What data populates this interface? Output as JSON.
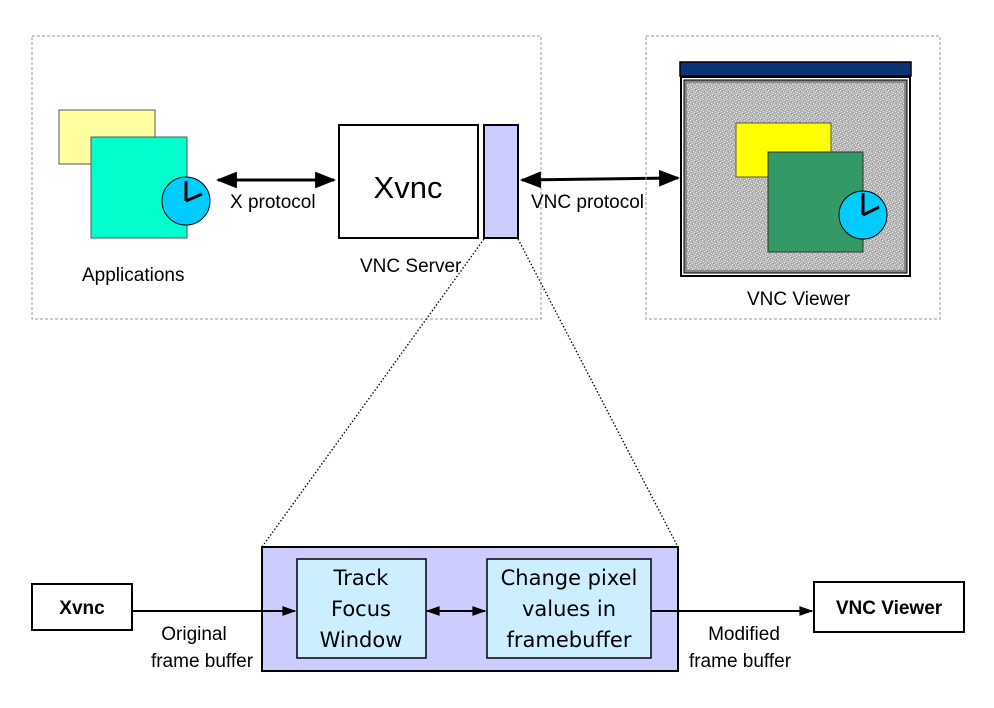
{
  "diagram": {
    "top_left_group": {
      "applications_label": "Applications",
      "x_protocol_label": "X protocol",
      "xvnc_label": "Xvnc",
      "vnc_server_label": "VNC Server"
    },
    "top_right_group": {
      "vnc_protocol_label": "VNC protocol",
      "vnc_viewer_label": "VNC Viewer"
    },
    "pipeline": {
      "source_label": "Xvnc",
      "input_edge_label_line1": "Original",
      "input_edge_label_line2": "frame buffer",
      "step1_lines": [
        "Track",
        "Focus",
        "Window"
      ],
      "step2_lines": [
        "Change pixel",
        "values in",
        "framebuffer"
      ],
      "output_edge_label_line1": "Modified",
      "output_edge_label_line2": "frame buffer",
      "target_label": "VNC Viewer"
    },
    "colors": {
      "app_back_window": "#ffffa0",
      "app_front_window": "#00ffcc",
      "clock": "#00ccff",
      "filter_module": "#ccccff",
      "pipeline_step": "#cceeff",
      "viewer_titlebar": "#0a3478",
      "viewer_back_window": "#ffff00",
      "viewer_front_window": "#339966",
      "viewer_desktop": "#b0b0b0"
    }
  }
}
